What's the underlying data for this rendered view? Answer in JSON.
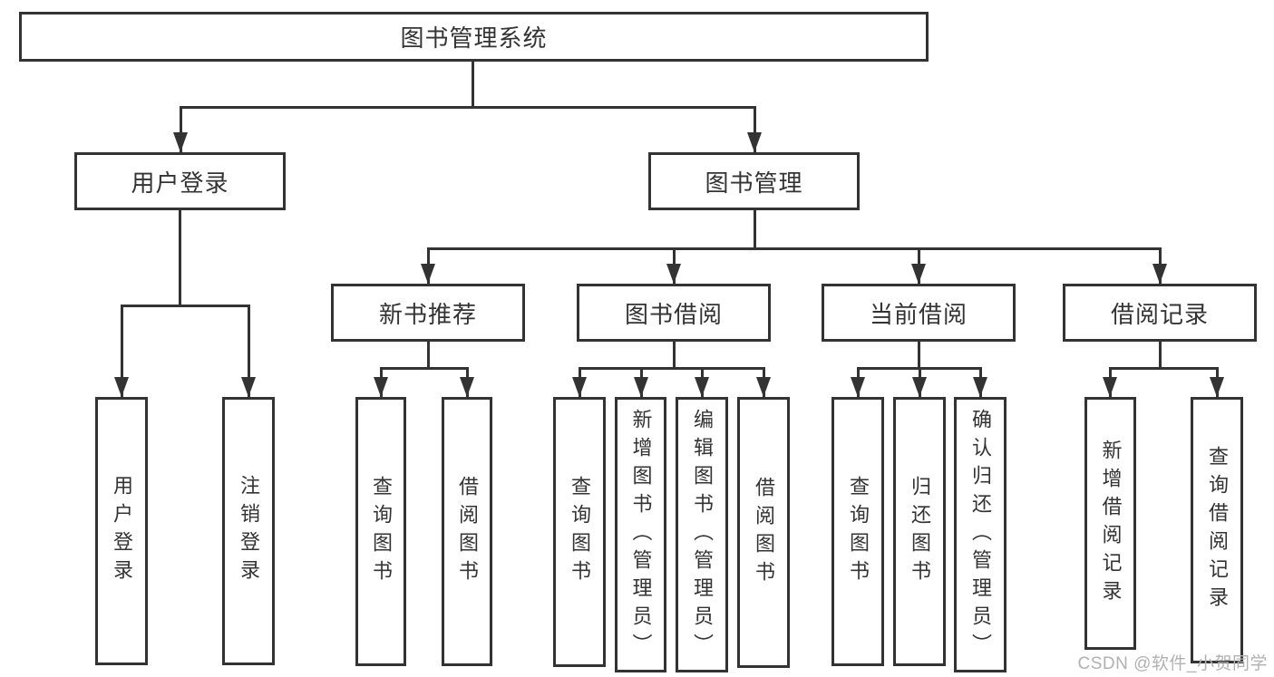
{
  "diagram_title": "图书管理系统",
  "tree": {
    "label": "图书管理系统",
    "children": [
      {
        "label": "用户登录",
        "children": [
          {
            "label": "用户登录"
          },
          {
            "label": "注销登录"
          }
        ]
      },
      {
        "label": "图书管理",
        "children": [
          {
            "label": "新书推荐",
            "children": [
              {
                "label": "查询图书"
              },
              {
                "label": "借阅图书"
              }
            ]
          },
          {
            "label": "图书借阅",
            "children": [
              {
                "label": "查询图书"
              },
              {
                "label": "新增图书（管理员）"
              },
              {
                "label": "编辑图书（管理员）"
              },
              {
                "label": "借阅图书"
              }
            ]
          },
          {
            "label": "当前借阅",
            "children": [
              {
                "label": "查询图书"
              },
              {
                "label": "归还图书"
              },
              {
                "label": "确认归还（管理员）"
              }
            ]
          },
          {
            "label": "借阅记录",
            "children": [
              {
                "label": "新增借阅记录"
              },
              {
                "label": "查询借阅记录"
              }
            ]
          }
        ]
      }
    ]
  },
  "watermark": {
    "text": "CSDN @软件_小贺同学"
  },
  "colors": {
    "line": "#333333",
    "box_border": "#333333",
    "background": "#ffffff",
    "watermark": "#b1b1b1"
  }
}
